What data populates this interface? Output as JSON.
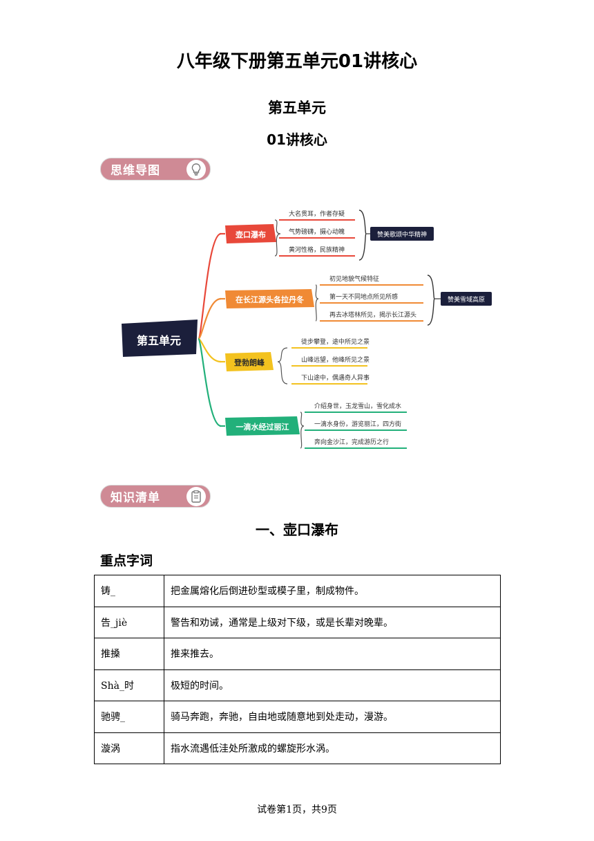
{
  "document": {
    "title": "八年级下册第五单元01讲核心",
    "subtitle": "第五单元",
    "lesson": "01讲核心"
  },
  "banners": {
    "mindmap_label": "思维导图",
    "knowledge_label": "知识清单"
  },
  "mindmap": {
    "root": "第五单元",
    "branches": [
      {
        "title": "壶口瀑布",
        "color": "#e8483a",
        "items": [
          "大名贯耳，作者存疑",
          "气势磅礴，摄心动魄",
          "黄河性格，民族精神"
        ],
        "summary": "赞美歌颂中华精神"
      },
      {
        "title": "在长江源头各拉丹冬",
        "color": "#f08a35",
        "items": [
          "初见地貌气候特征",
          "第一天不同地点所见所感",
          "再去冰塔林所见，揭示长江源头"
        ],
        "summary": "赞美雪域高原"
      },
      {
        "title": "登勃朗峰",
        "color": "#f3c21f",
        "items": [
          "徒步攀登，途中所见之景",
          "山峰远望，他峰所见之景",
          "下山途中，偶遇奇人异事"
        ],
        "summary": ""
      },
      {
        "title": "一滴水经过丽江",
        "color": "#22b07a",
        "items": [
          "介绍身世，玉龙雪山，雪化成水",
          "一滴水身份，游览丽江，四方街",
          "奔向金沙江，完成游历之行"
        ],
        "summary": ""
      }
    ]
  },
  "section": {
    "heading": "一、壶口瀑布",
    "keywords_heading": "重点字词"
  },
  "vocab": [
    {
      "word": "铸_",
      "meaning": "把金属熔化后倒进砂型或模子里，制成物件。"
    },
    {
      "word": "告_jiè",
      "meaning": "警告和劝诫，通常是上级对下级，或是长辈对晚辈。"
    },
    {
      "word": "推搡",
      "meaning": "推来推去。"
    },
    {
      "word": "Shà_时",
      "meaning": "极短的时间。"
    },
    {
      "word": "驰骋_",
      "meaning": "骑马奔跑，奔驰，自由地或随意地到处走动，漫游。"
    },
    {
      "word": "漩涡",
      "meaning": "指水流遇低洼处所激成的螺旋形水涡。"
    }
  ],
  "footer": {
    "page_info": "试卷第1页，共9页"
  },
  "colors": {
    "banner": "#cf8a95",
    "root_bg": "#1b1f3b",
    "summary_bg": "#1b1f3b"
  },
  "icons": {
    "mindmap_banner_icon": "lightbulb-icon",
    "knowledge_banner_icon": "clipboard-icon"
  }
}
